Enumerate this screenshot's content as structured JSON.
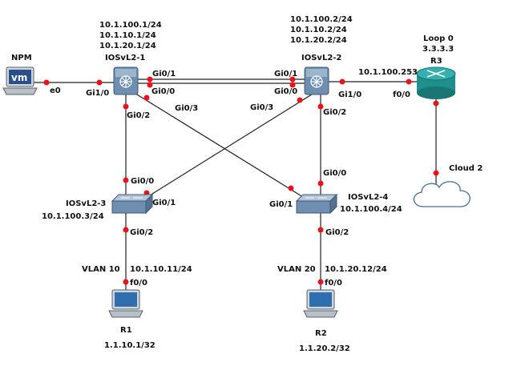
{
  "colors": {
    "link": "#222222",
    "port_dot": "#e8141c",
    "switch_l3_face": "#6f8fb0",
    "switch_l2_face": "#9fb5c8",
    "router_face": "#1f8f8e",
    "cloud_fill": "#ffffff"
  },
  "devices": {
    "npm": {
      "name": "NPM",
      "icon": "vm-host-icon",
      "badge": "vm"
    },
    "sw1": {
      "name": "IOSvL2-1",
      "icon": "l3-switch-icon",
      "ips": [
        "10.1.100.1/24",
        "10.1.10.1/24",
        "10.1.20.1/24"
      ]
    },
    "sw2": {
      "name": "IOSvL2-2",
      "icon": "l3-switch-icon",
      "ips": [
        "10.1.100.2/24",
        "10.1.10.2/24",
        "10.1.20.2/24"
      ]
    },
    "r3": {
      "name": "R3",
      "icon": "router-icon",
      "loop_label": "Loop 0",
      "loop_ip": "3.3.3.3"
    },
    "cloud2": {
      "name": "Cloud 2",
      "icon": "cloud-icon"
    },
    "sw3": {
      "name": "IOSvL2-3",
      "icon": "l2-switch-icon",
      "ip": "10.1.100.3/24"
    },
    "sw4": {
      "name": "IOSvL2-4",
      "icon": "l2-switch-icon",
      "ip": "10.1.100.4/24"
    },
    "r1": {
      "name": "R1",
      "icon": "host-icon",
      "vlan": "VLAN 10",
      "gw_ip": "10.1.10.11/24",
      "ip": "1.1.10.1/32"
    },
    "r2": {
      "name": "R2",
      "icon": "host-icon",
      "vlan": "VLAN 20",
      "gw_ip": "10.1.20.12/24",
      "ip": "1.1.20.2/32"
    }
  },
  "ports": {
    "npm_e0": "e0",
    "sw1_gi1_0": "Gi1/0",
    "sw1_gi0_1": "Gi0/1",
    "sw1_gi0_0": "Gi0/0",
    "sw1_gi0_3": "Gi0/3",
    "sw1_gi0_2": "Gi0/2",
    "sw2_gi0_1": "Gi0/1",
    "sw2_gi0_0": "Gi0/0",
    "sw2_gi0_3": "Gi0/3",
    "sw2_gi1_0": "Gi1/0",
    "sw2_gi0_2": "Gi0/2",
    "r3_link_ip": "10.1.100.253",
    "r3_f0_0": "f0/0",
    "sw3_gi0_0": "Gi0/0",
    "sw3_gi0_1": "Gi0/1",
    "sw3_gi0_2": "Gi0/2",
    "sw4_gi0_0": "Gi0/0",
    "sw4_gi0_1": "Gi0/1",
    "sw4_gi0_2": "Gi0/2",
    "r1_f0_0": "f0/0",
    "r2_f0_0": "f0/0"
  }
}
